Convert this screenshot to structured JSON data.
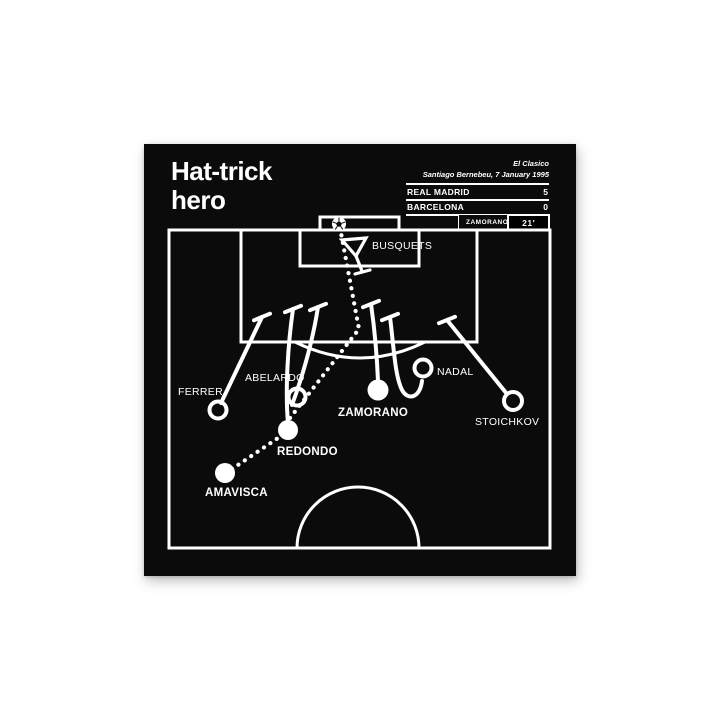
{
  "poster": {
    "title": "Hat-trick\nhero",
    "competition": "El Clasico",
    "venue_date": "Santiago Bernebeu, 7 January 1995",
    "scoreboard": {
      "home": {
        "name": "REAL MADRID",
        "score": "5"
      },
      "away": {
        "name": "BARCELONA",
        "score": "0"
      }
    },
    "goal_badge": {
      "scorer": "ZAMORANO",
      "minute": "21'"
    }
  },
  "players": [
    {
      "name": "BUSQUETS",
      "team": "barcelona",
      "marker": "goalkeeper-triangle"
    },
    {
      "name": "FERRER",
      "team": "barcelona",
      "marker": "outline-circle"
    },
    {
      "name": "ABELARDO",
      "team": "barcelona",
      "marker": "outline-circle"
    },
    {
      "name": "NADAL",
      "team": "barcelona",
      "marker": "outline-circle"
    },
    {
      "name": "STOICHKOV",
      "team": "barcelona",
      "marker": "outline-circle"
    },
    {
      "name": "ZAMORANO",
      "team": "real-madrid",
      "marker": "filled-circle"
    },
    {
      "name": "REDONDO",
      "team": "real-madrid",
      "marker": "filled-circle"
    },
    {
      "name": "AMAVISCA",
      "team": "real-madrid",
      "marker": "filled-circle"
    }
  ],
  "icons": {
    "ball": "soccer-ball"
  },
  "colors": {
    "page_bg": "#ffffff",
    "poster_bg": "#0b0b0b",
    "line": "#ffffff",
    "minute_box_bg": "#000000"
  }
}
